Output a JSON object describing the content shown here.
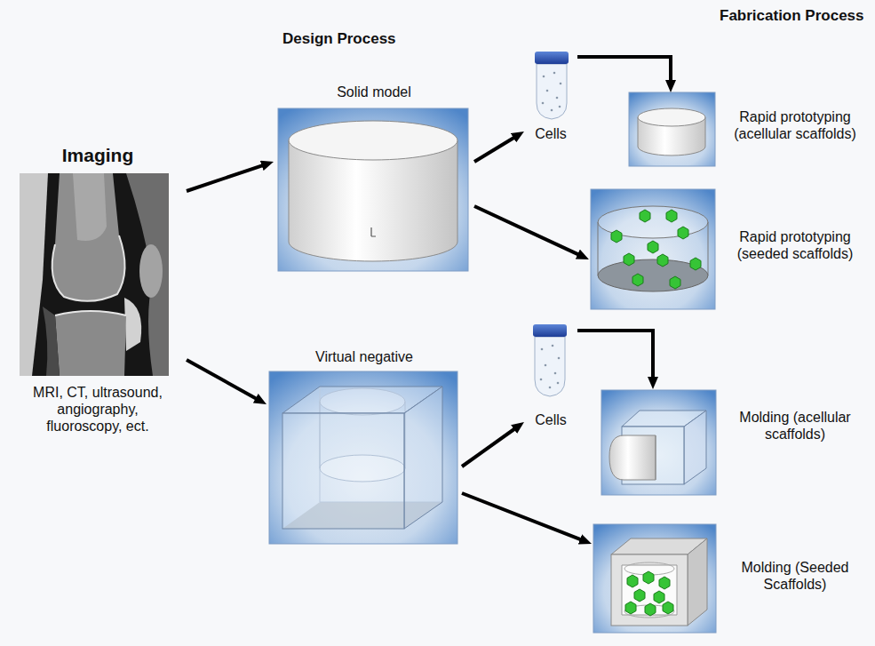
{
  "diagram": {
    "nodes": [
      {
        "text": [
          "Imaging",
          "MRI, CT, ultrasound, angiography, fluoroscopy, ect."
        ]
      },
      {
        "text": [
          "Solid model"
        ]
      },
      {
        "text": [
          "Virtual negative"
        ]
      },
      {
        "text": [
          "Cells"
        ]
      },
      {
        "text": [
          "Rapid prototyping (acellular scaffolds)"
        ]
      },
      {
        "text": [
          "Rapid prototyping (seeded scaffolds)"
        ]
      },
      {
        "text": [
          "Cells"
        ]
      },
      {
        "text": [
          "Molding (acellular scaffolds)"
        ]
      },
      {
        "text": [
          "Molding (Seeded Scaffolds)"
        ]
      }
    ],
    "edges": [
      {
        "from": 0,
        "to": 1,
        "arrow": "to"
      },
      {
        "from": 0,
        "to": 2,
        "arrow": "to"
      },
      {
        "from": 1,
        "to": 3,
        "arrow": "to"
      },
      {
        "from": 3,
        "to": 4,
        "arrow": "to"
      },
      {
        "from": 1,
        "to": 5,
        "arrow": "to"
      },
      {
        "from": 2,
        "to": 6,
        "arrow": "to"
      },
      {
        "from": 6,
        "to": 7,
        "arrow": "to"
      },
      {
        "from": 2,
        "to": 8,
        "arrow": "to"
      }
    ],
    "labels": [
      "Design Process",
      "Fabrication Process"
    ]
  }
}
